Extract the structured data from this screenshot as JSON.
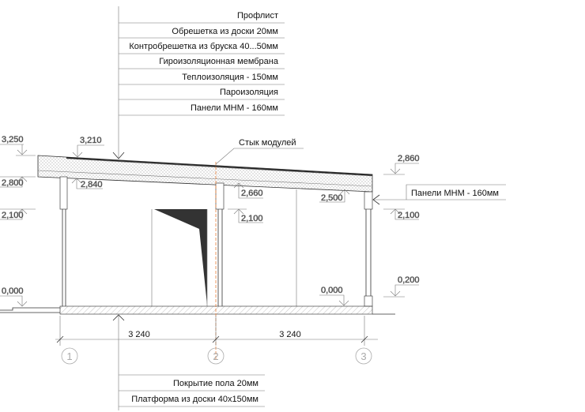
{
  "layers_top": [
    "Профлист",
    "Обрешетка из доски 20мм",
    "Контробрешетка из бруска 40...50мм",
    "Гироизоляционная мембрана",
    "Теплоизоляция - 150мм",
    "Пароизоляция",
    "Панели МНМ - 160мм"
  ],
  "layers_bottom": [
    "Покрытие пола 20мм",
    "Платформа из доски 40х150мм"
  ],
  "module_joint": "Стык модулей",
  "wall_label": "Панели МНМ - 160мм",
  "levels": {
    "l3250": "3,250",
    "l2800": "2,800",
    "l2100a": "2,100",
    "l0000a": "0,000",
    "l3210": "3,210",
    "l2840": "2,840",
    "l2660": "2,660",
    "l2100b": "2,100",
    "l2500": "2,500",
    "l0000b": "0,000",
    "l2860": "2,860",
    "l2100c": "2,100",
    "l0200": "0,200"
  },
  "dimensions": [
    "3 240",
    "3 240"
  ],
  "axes": [
    "1",
    "2",
    "3"
  ],
  "colors": {
    "joint": "#e8803a",
    "axis": "#aaaaaa"
  }
}
